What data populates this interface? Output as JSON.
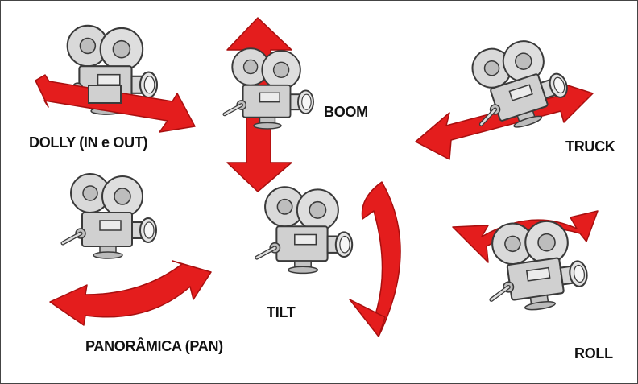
{
  "colors": {
    "arrow_fill": "#e41d1d",
    "arrow_shade": "#a80f0f",
    "camera_body": "#d9d9d9",
    "camera_outline": "#3a3a3a",
    "label_text": "#111111",
    "background": "#ffffff"
  },
  "moves": {
    "dolly": {
      "label": "DOLLY (IN e OUT)",
      "arrow": "double-arrow-diagonal",
      "icon": "movie-camera-icon"
    },
    "boom": {
      "label": "BOOM",
      "arrow": "double-arrow-vertical",
      "icon": "movie-camera-icon"
    },
    "truck": {
      "label": "TRUCK",
      "arrow": "double-arrow-horizontal",
      "icon": "movie-camera-icon"
    },
    "pan": {
      "label": "PANORÂMICA (PAN)",
      "arrow": "curved-arrow-horizontal",
      "icon": "movie-camera-icon"
    },
    "tilt": {
      "label": "TILT",
      "arrow": "curved-arrow-vertical",
      "icon": "movie-camera-icon"
    },
    "roll": {
      "label": "ROLL",
      "arrow": "curved-arrow-roll",
      "icon": "movie-camera-icon"
    }
  }
}
